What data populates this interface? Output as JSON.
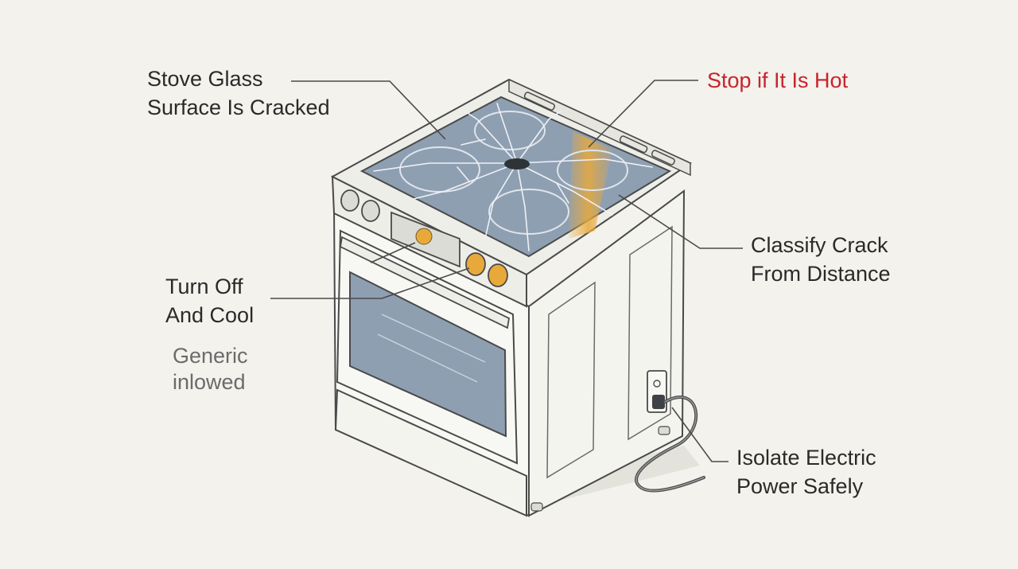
{
  "callouts": {
    "cracked": {
      "line1": "Stove Glass",
      "line2": "Surface Is Cracked"
    },
    "hot": {
      "text": "Stop if It Is Hot"
    },
    "classify": {
      "line1": "Classify Crack",
      "line2": "From Distance"
    },
    "turn_off": {
      "line1": "Turn Off",
      "line2": "And Cool"
    },
    "generic": {
      "line1": "Generic",
      "line2": "inlowed"
    },
    "isolate": {
      "line1": "Isolate Electric",
      "line2": "Power Safely"
    }
  },
  "colors": {
    "background": "#f3f2ec",
    "glass": "#8f9fb2",
    "outline": "#4a4a4a",
    "warning": "#c8232c",
    "hot_zone": "#e9a93a",
    "knob": "#e9a93a"
  },
  "icons": [
    "stove-illustration",
    "cracked-glass-icon",
    "knob-icon",
    "power-outlet-icon",
    "plug-icon",
    "power-cord-icon"
  ]
}
